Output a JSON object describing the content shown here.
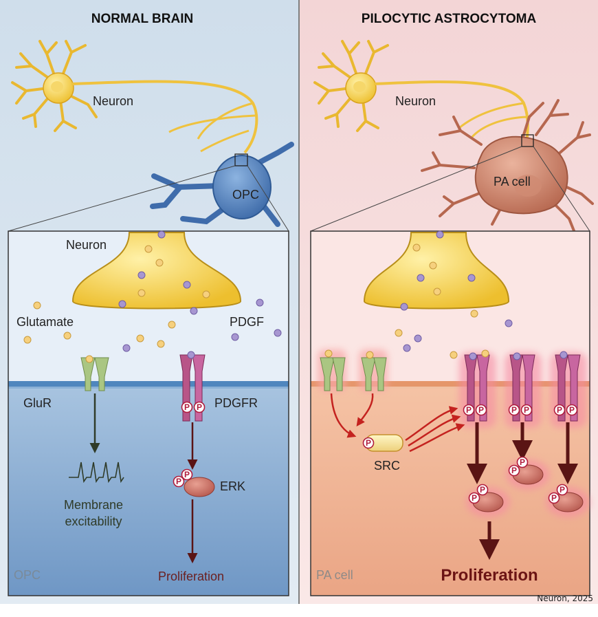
{
  "left_panel": {
    "title": "NORMAL BRAIN",
    "neuron_label": "Neuron",
    "target_cell_label": "OPC",
    "inset": {
      "presynaptic_label": "Neuron",
      "glutamate_label": "Glutamate",
      "pdgf_label": "PDGF",
      "glur_label": "GluR",
      "pdgfr_label": "PDGFR",
      "erk_label": "ERK",
      "excitability_label_line1": "Membrane",
      "excitability_label_line2": "excitability",
      "outcome_label": "Proliferation",
      "cell_label": "OPC"
    }
  },
  "right_panel": {
    "title": "PILOCYTIC ASTROCYTOMA",
    "neuron_label": "Neuron",
    "target_cell_label": "PA cell",
    "inset": {
      "src_label": "SRC",
      "outcome_label": "Proliferation",
      "cell_label": "PA cell"
    }
  },
  "phospho_label": "P",
  "citation": "Neuron, 2025",
  "colors": {
    "left_bg": "#d6e4f0",
    "right_bg": "#f7dede",
    "neuron": "#f3cb45",
    "opc": "#4f80bb",
    "pa_cell": "#c9826b",
    "glutamate": "#f6d07e",
    "pdgf": "#a796d1",
    "glur": "#a9c47f",
    "pdgfr": "#b85588",
    "erk": "#c46f64",
    "arrow_dark": "#5a1414",
    "arrow_red": "#c4221f"
  }
}
